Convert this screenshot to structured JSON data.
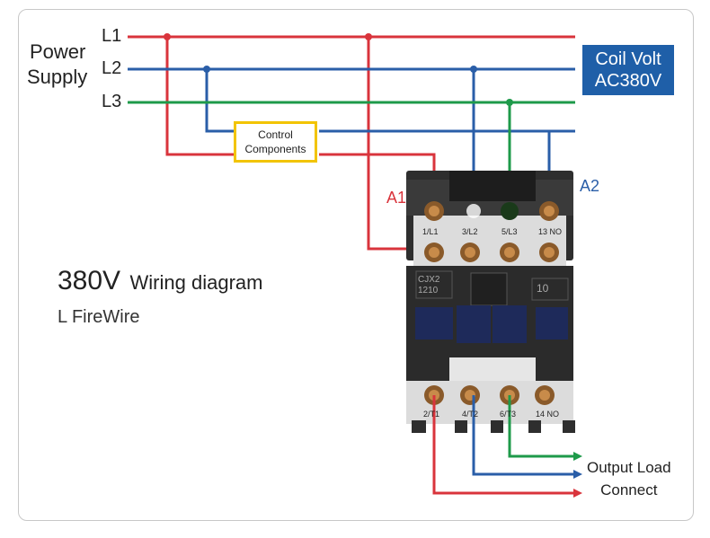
{
  "labels": {
    "power_supply": [
      "Power",
      "Supply"
    ],
    "lines": [
      "L1",
      "L2",
      "L3"
    ],
    "control_components": [
      "Control",
      "Components"
    ],
    "coil_volt": [
      "Coil Volt",
      "AC380V"
    ],
    "a1": "A1",
    "a2": "A2",
    "title_voltage": "380V",
    "title_rest": "Wiring diagram",
    "subtitle": "L FireWire",
    "output_load": [
      "Output Load",
      "Connect"
    ]
  },
  "contactor": {
    "model": [
      "CJX2",
      "1210"
    ],
    "rating": "10",
    "top_terminals": [
      "1/L1",
      "3/L2",
      "5/L3",
      "13 NO"
    ],
    "bottom_terminals": [
      "2/T1",
      "4/T2",
      "6/T3",
      "14 NO"
    ]
  },
  "colors": {
    "l1": "#d9343c",
    "l2": "#2a5ea8",
    "l3": "#1e9a4a",
    "control_box_border": "#f2c400",
    "coil_box_bg": "#1f5fa8",
    "body": "#303030"
  }
}
